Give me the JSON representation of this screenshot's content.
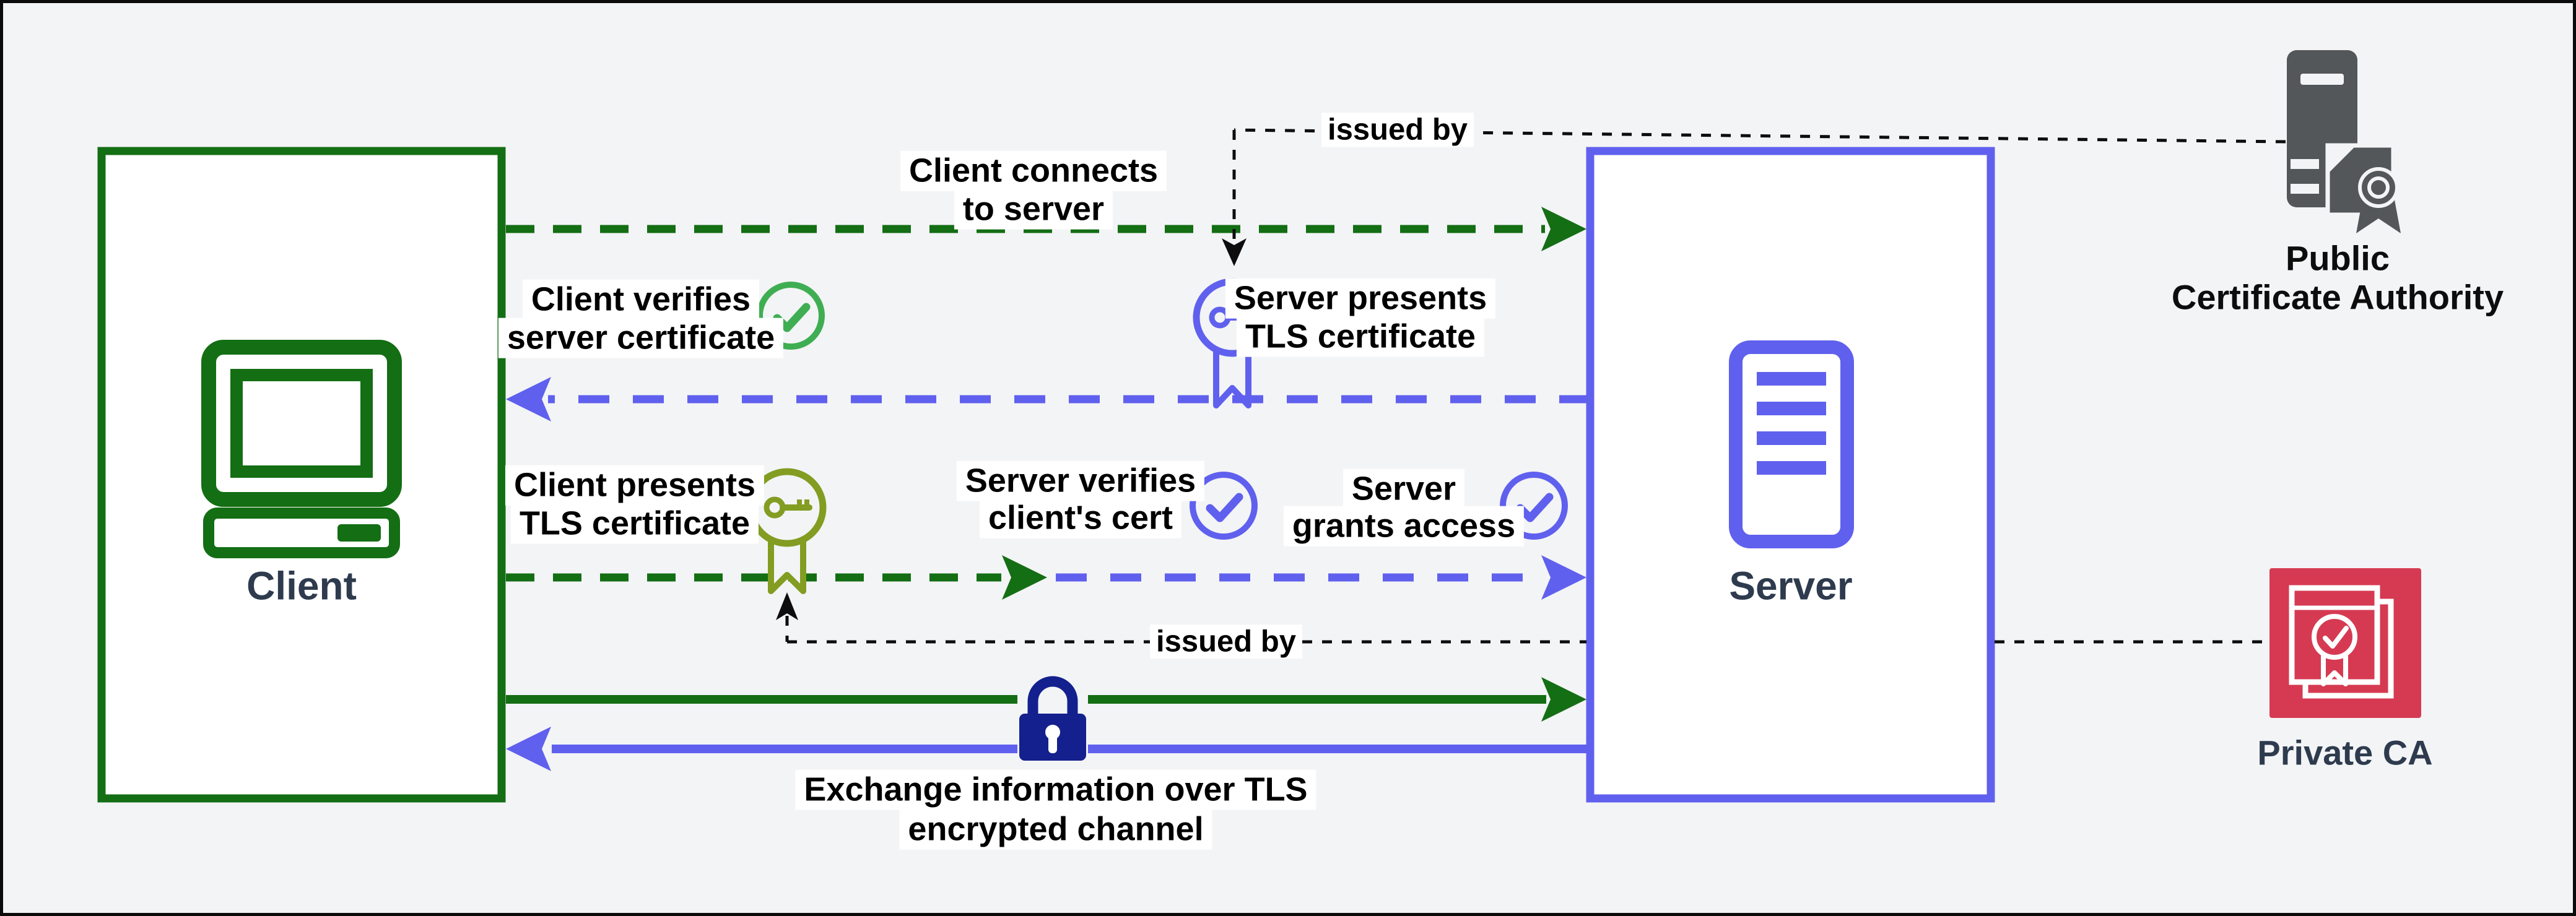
{
  "title": "Mutual TLS handshake diagram",
  "nodes": {
    "client": {
      "label": "Client"
    },
    "server": {
      "label": "Server"
    },
    "public_ca": {
      "label_line1": "Public",
      "label_line2": "Certificate Authority"
    },
    "private_ca": {
      "label": "Private CA"
    }
  },
  "flows": {
    "client_connects": {
      "line1": "Client connects",
      "line2": "to server"
    },
    "issued_by_top": "issued by",
    "server_presents": {
      "line1": "Server presents",
      "line2": "TLS certificate"
    },
    "client_verifies": {
      "line1": "Client verifies",
      "line2": "server certificate"
    },
    "client_presents": {
      "line1": "Client presents",
      "line2": "TLS certificate"
    },
    "server_verifies": {
      "line1": "Server verifies",
      "line2": "client's cert"
    },
    "server_grants": {
      "line1": "Server",
      "line2": "grants access"
    },
    "issued_by_bottom": "issued by",
    "exchange": {
      "line1": "Exchange information over TLS",
      "line2": "encrypted channel"
    }
  },
  "icons": {
    "client_box_icon": "computer-icon",
    "server_box_icon": "server-icon",
    "server_cert_icon": "key-certificate-icon",
    "client_cert_icon": "key-certificate-icon",
    "verify_icons": "check-circle-icon",
    "channel_icon": "lock-icon",
    "public_ca_icon": "certificate-authority-server-icon",
    "private_ca_icon": "private-ca-certificate-icon"
  },
  "colors": {
    "background": "#f3f4f6",
    "client_green": "#146e14",
    "server_blue": "#6060ee",
    "check_green": "#3fae53",
    "client_cert_olive": "#829d21",
    "lock_navy": "#13208d",
    "private_ca_red": "#d63a52",
    "public_ca_gray": "#545759",
    "node_label_slate": "#2e3b4e",
    "dotted_black": "#0d0d0d",
    "box_fill": "#ffffff"
  }
}
